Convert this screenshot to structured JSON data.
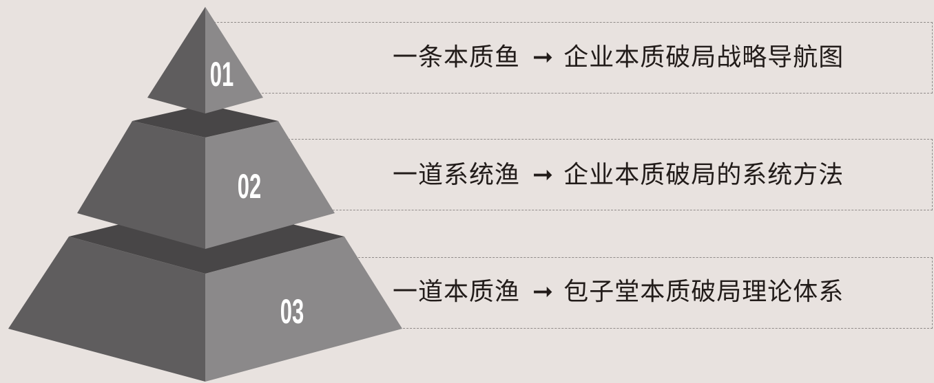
{
  "tiers": [
    {
      "number": "01",
      "title": "一条本质鱼",
      "arrow": "➞",
      "description": "企业本质破局战略导航图"
    },
    {
      "number": "02",
      "title": "一道系统渔",
      "arrow": "➞",
      "description": "企业本质破局的系统方法"
    },
    {
      "number": "03",
      "title": "一道本质渔",
      "arrow": "➞",
      "description": "包子堂本质破局理论体系"
    }
  ],
  "colors": {
    "background": "#e8e2df",
    "face_left": "#5f5d5e",
    "face_right": "#8b898a",
    "top_dark": "#484647",
    "text": "#221c1a",
    "dashed": "#8f8a88"
  }
}
